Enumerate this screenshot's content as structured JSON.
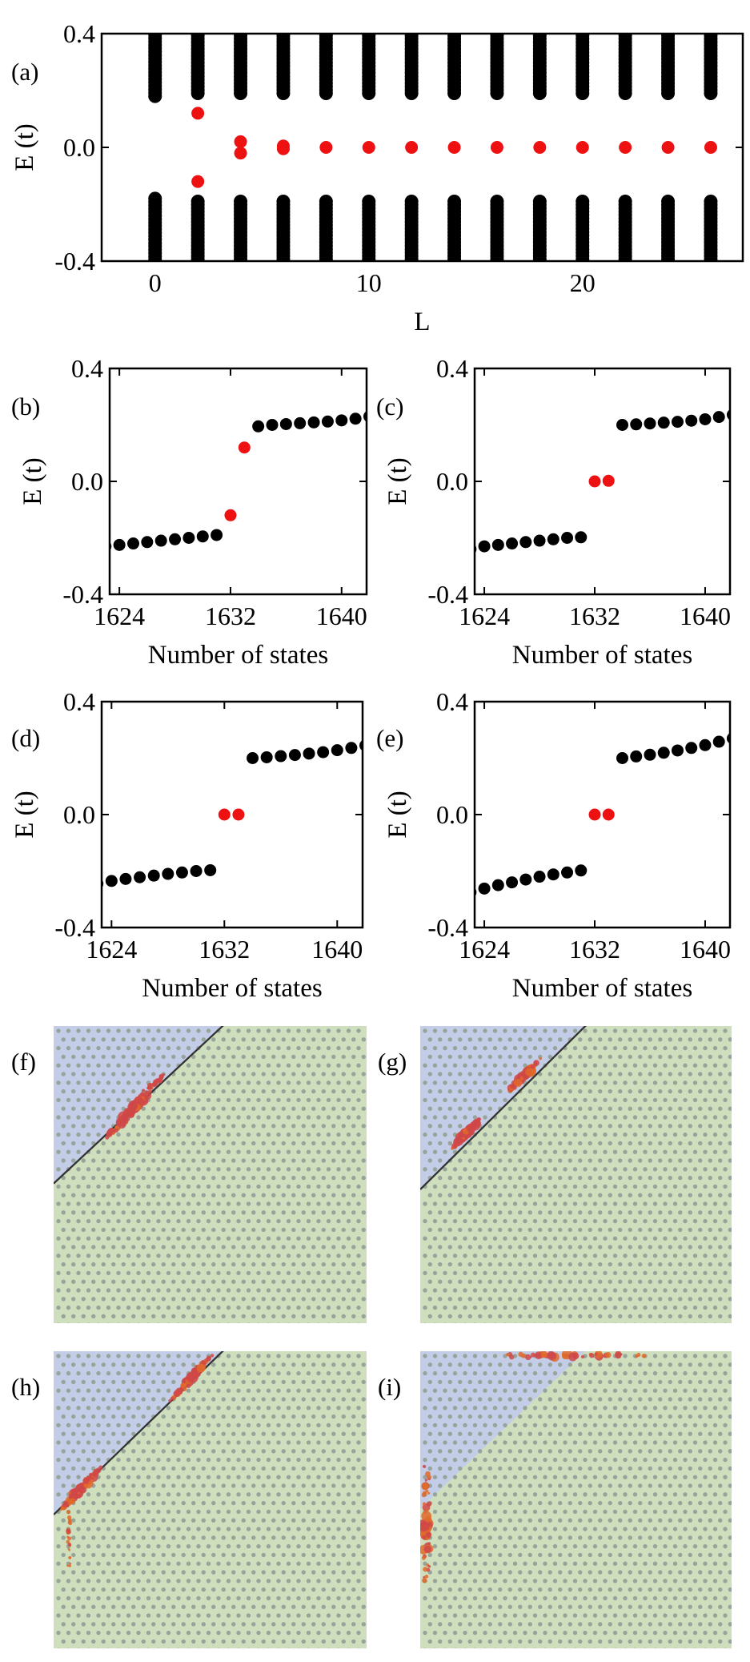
{
  "colors": {
    "bulk": "#000000",
    "edge": "#ee1111",
    "region_blue": "#c4cde8",
    "region_green": "#cfdfbe",
    "lattice_dot": "#96a49a",
    "boundary_line": "#333333",
    "density_dot": "#d04848",
    "density_dot_orange": "#e06a2a"
  },
  "chart_data": [
    {
      "id": "a",
      "panel_label": "(a)",
      "type": "scatter",
      "xlabel": "L",
      "ylabel": "E (t)",
      "xlim": [
        -2.5,
        27.5
      ],
      "ylim": [
        -0.4,
        0.4
      ],
      "xticks": [
        0,
        10,
        20
      ],
      "xtick_labels": [
        "0",
        "10",
        "20"
      ],
      "yticks": [
        0.4,
        0.0,
        -0.4
      ],
      "ytick_labels": [
        "0.4",
        "0.0",
        "-0.4"
      ],
      "series": [
        {
          "role": "bulk",
          "x": [
            0,
            2,
            4,
            6,
            8,
            10,
            12,
            14,
            16,
            18,
            20,
            22,
            24,
            26
          ],
          "gap_top": [
            0.18,
            0.19,
            0.19,
            0.19,
            0.19,
            0.19,
            0.19,
            0.19,
            0.19,
            0.19,
            0.19,
            0.19,
            0.19,
            0.19
          ],
          "gap_bottom": [
            -0.18,
            -0.19,
            -0.19,
            -0.19,
            -0.19,
            -0.19,
            -0.19,
            -0.19,
            -0.19,
            -0.19,
            -0.19,
            -0.19,
            -0.19,
            -0.19
          ]
        },
        {
          "role": "edge",
          "points": [
            [
              2,
              0.12
            ],
            [
              2,
              -0.12
            ],
            [
              4,
              0.02
            ],
            [
              4,
              -0.02
            ],
            [
              6,
              0.005
            ],
            [
              6,
              -0.005
            ],
            [
              8,
              0.0
            ],
            [
              10,
              0.0
            ],
            [
              12,
              0.0
            ],
            [
              14,
              0.0
            ],
            [
              16,
              0.0
            ],
            [
              18,
              0.0
            ],
            [
              20,
              0.0
            ],
            [
              22,
              0.0
            ],
            [
              24,
              0.0
            ],
            [
              26,
              0.0
            ]
          ]
        }
      ]
    },
    {
      "id": "b",
      "panel_label": "(b)",
      "type": "scatter",
      "xlabel": "Number of states",
      "ylabel": "E (t)",
      "xlim": [
        1623.3,
        1641.8
      ],
      "ylim": [
        -0.4,
        0.4
      ],
      "xticks": [
        1624,
        1632,
        1640
      ],
      "xtick_labels": [
        "1624",
        "1632",
        "1640"
      ],
      "yticks": [
        0.4,
        0.0,
        -0.4
      ],
      "ytick_labels": [
        "0.4",
        "0.0",
        "-0.4"
      ],
      "bulk": {
        "x": [
          1623,
          1624,
          1625,
          1626,
          1627,
          1628,
          1629,
          1630,
          1631,
          1634,
          1635,
          1636,
          1637,
          1638,
          1639,
          1640,
          1641,
          1642
        ],
        "y": [
          -0.23,
          -0.225,
          -0.22,
          -0.215,
          -0.21,
          -0.205,
          -0.2,
          -0.195,
          -0.19,
          0.195,
          0.2,
          0.203,
          0.206,
          0.209,
          0.212,
          0.216,
          0.222,
          0.23
        ]
      },
      "edge": {
        "x": [
          1632,
          1633
        ],
        "y": [
          -0.12,
          0.12
        ]
      }
    },
    {
      "id": "c",
      "panel_label": "(c)",
      "type": "scatter",
      "xlabel": "Number of states",
      "ylabel": "E (t)",
      "xlim": [
        1623.3,
        1641.8
      ],
      "ylim": [
        -0.4,
        0.4
      ],
      "xticks": [
        1624,
        1632,
        1640
      ],
      "xtick_labels": [
        "1624",
        "1632",
        "1640"
      ],
      "yticks": [
        0.4,
        0.0,
        -0.4
      ],
      "ytick_labels": [
        "0.4",
        "0.0",
        "-0.4"
      ],
      "bulk": {
        "x": [
          1623,
          1624,
          1625,
          1626,
          1627,
          1628,
          1629,
          1630,
          1631,
          1634,
          1635,
          1636,
          1637,
          1638,
          1639,
          1640,
          1641,
          1642
        ],
        "y": [
          -0.24,
          -0.23,
          -0.225,
          -0.22,
          -0.215,
          -0.21,
          -0.205,
          -0.2,
          -0.198,
          0.2,
          0.202,
          0.205,
          0.208,
          0.211,
          0.215,
          0.22,
          0.228,
          0.236
        ]
      },
      "edge": {
        "x": [
          1632,
          1633
        ],
        "y": [
          0.0,
          0.002
        ]
      }
    },
    {
      "id": "d",
      "panel_label": "(d)",
      "type": "scatter",
      "xlabel": "Number of states",
      "ylabel": "E (t)",
      "xlim": [
        1623.3,
        1641.8
      ],
      "ylim": [
        -0.4,
        0.4
      ],
      "xticks": [
        1624,
        1632,
        1640
      ],
      "xtick_labels": [
        "1624",
        "1632",
        "1640"
      ],
      "yticks": [
        0.4,
        0.0,
        -0.4
      ],
      "ytick_labels": [
        "0.4",
        "0.0",
        "-0.4"
      ],
      "bulk": {
        "x": [
          1623,
          1624,
          1625,
          1626,
          1627,
          1628,
          1629,
          1630,
          1631,
          1634,
          1635,
          1636,
          1637,
          1638,
          1639,
          1640,
          1641,
          1642
        ],
        "y": [
          -0.245,
          -0.235,
          -0.228,
          -0.222,
          -0.216,
          -0.21,
          -0.205,
          -0.2,
          -0.197,
          0.2,
          0.203,
          0.207,
          0.211,
          0.216,
          0.221,
          0.228,
          0.236,
          0.245
        ]
      },
      "edge": {
        "x": [
          1632,
          1633
        ],
        "y": [
          0.0,
          0.0
        ]
      }
    },
    {
      "id": "e",
      "panel_label": "(e)",
      "type": "scatter",
      "xlabel": "Number of states",
      "ylabel": "E (t)",
      "xlim": [
        1623.3,
        1641.8
      ],
      "ylim": [
        -0.4,
        0.4
      ],
      "xticks": [
        1624,
        1632,
        1640
      ],
      "xtick_labels": [
        "1624",
        "1632",
        "1640"
      ],
      "yticks": [
        0.4,
        0.0,
        -0.4
      ],
      "ytick_labels": [
        "0.4",
        "0.0",
        "-0.4"
      ],
      "bulk": {
        "x": [
          1623,
          1624,
          1625,
          1626,
          1627,
          1628,
          1629,
          1630,
          1631,
          1634,
          1635,
          1636,
          1637,
          1638,
          1639,
          1640,
          1641,
          1642
        ],
        "y": [
          -0.275,
          -0.262,
          -0.25,
          -0.24,
          -0.23,
          -0.22,
          -0.212,
          -0.205,
          -0.198,
          0.2,
          0.206,
          0.212,
          0.219,
          0.227,
          0.236,
          0.246,
          0.258,
          0.27
        ]
      },
      "edge": {
        "x": [
          1632,
          1633
        ],
        "y": [
          0.0,
          0.0
        ]
      }
    }
  ],
  "maps": [
    {
      "id": "f",
      "panel_label": "(f)"
    },
    {
      "id": "g",
      "panel_label": "(g)"
    },
    {
      "id": "h",
      "panel_label": "(h)"
    },
    {
      "id": "i",
      "panel_label": "(i)"
    }
  ]
}
